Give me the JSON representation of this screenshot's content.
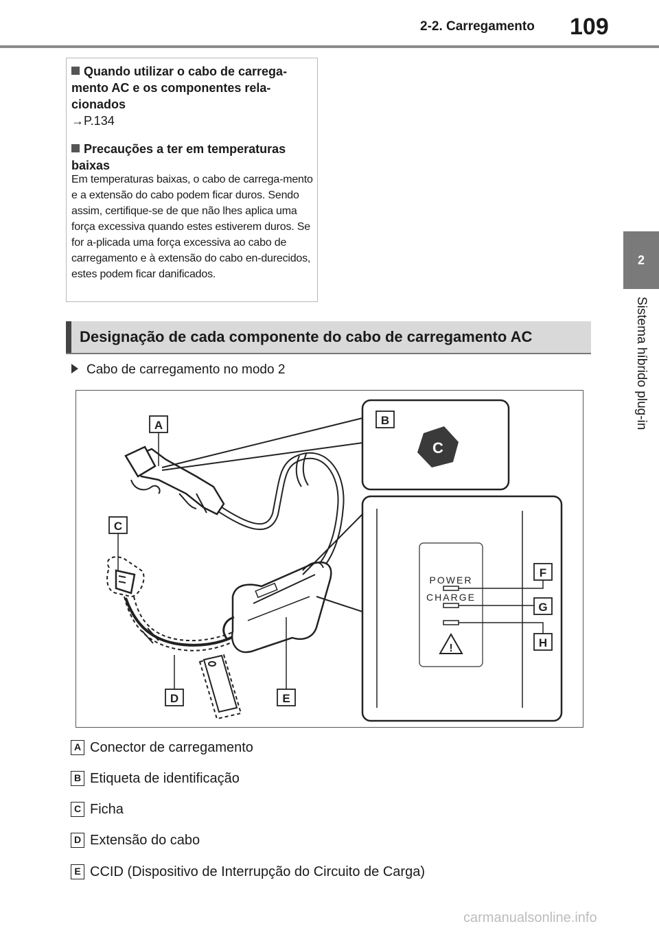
{
  "header": {
    "section": "2-2. Carregamento",
    "page_number": "109"
  },
  "side_tab": {
    "number": "2",
    "label": "Sistema híbrido plug-in"
  },
  "note_box": {
    "heading1": "Quando utilizar o cabo de carrega-mento AC e os componentes rela-cionados",
    "reference": "→P.134",
    "heading2": "Precauções a ter em temperaturas baixas",
    "body": "Em temperaturas baixas, o cabo de carrega-mento e a extensão do cabo podem ficar duros. Sendo assim, certifique-se de que não lhes aplica uma força excessiva quando estes estiverem duros. Se for a-plicada uma força excessiva ao cabo de carregamento e à extensão do cabo en-durecidos, estes podem ficar danificados."
  },
  "section": {
    "title": "Designação de cada componente do cabo de carregamento AC"
  },
  "figure": {
    "caption": "Cabo de carregamento no modo 2",
    "callouts": [
      "A",
      "B",
      "C",
      "D",
      "E",
      "F",
      "G",
      "H"
    ],
    "label_c_badge": "C",
    "panel_power": "POWER",
    "panel_charge": "CHARGE",
    "warning_glyph": "!"
  },
  "legend": [
    {
      "key": "A",
      "label": "Conector de carregamento"
    },
    {
      "key": "B",
      "label": "Etiqueta de identificação"
    },
    {
      "key": "C",
      "label": "Ficha"
    },
    {
      "key": "D",
      "label": "Extensão do cabo"
    },
    {
      "key": "E",
      "label": "CCID (Dispositivo de Interrupção do Circuito de Carga)"
    }
  ],
  "watermark": "carmanualsonline.info"
}
